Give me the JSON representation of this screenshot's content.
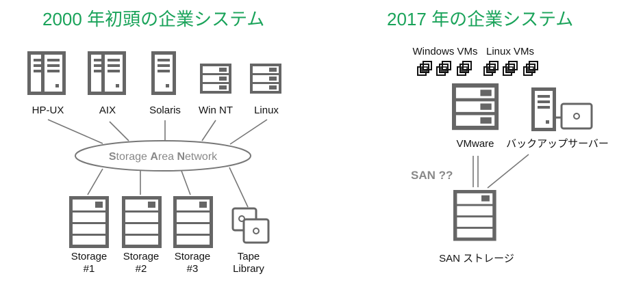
{
  "left": {
    "title": "2000 年初頭の企業システム",
    "servers": [
      "HP-UX",
      "AIX",
      "Solaris",
      "Win NT",
      "Linux"
    ],
    "san": {
      "s": "S",
      "torage": "torage ",
      "a": "A",
      "rea": "rea ",
      "n": "N",
      "etwork": "etwork"
    },
    "storage": [
      [
        "Storage",
        "#1"
      ],
      [
        "Storage",
        "#2"
      ],
      [
        "Storage",
        "#3"
      ],
      [
        "Tape",
        "Library"
      ]
    ]
  },
  "right": {
    "title": "2017 年の企業システム",
    "windows_vms": "Windows VMs",
    "linux_vms": "Linux VMs",
    "vmware": "VMware",
    "backup": "バックアップサーバー",
    "san_q": "SAN ??",
    "san_storage": "SAN ストレージ"
  },
  "colors": {
    "title": "#1aa35a",
    "icon": "#666666"
  }
}
